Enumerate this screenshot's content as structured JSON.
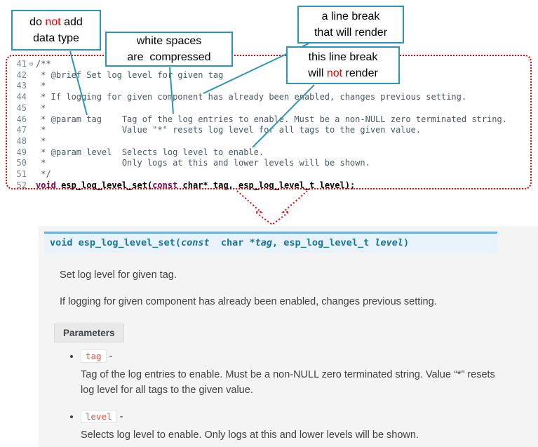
{
  "callouts": {
    "c1": {
      "l1a": "do ",
      "l1not": "not",
      "l1b": " add",
      "l2": "data type"
    },
    "c2": {
      "l1": "white spaces",
      "l2": "are  compressed"
    },
    "c3": {
      "l1": "a line break",
      "l2": "that will render"
    },
    "c4": {
      "l1": "this line break",
      "l2a": "will ",
      "l2not": "not",
      "l2b": " render"
    }
  },
  "editor": {
    "lines": [
      {
        "num": "41",
        "fold": "⊖",
        "text": "/**"
      },
      {
        "num": "42",
        "fold": "",
        "text": " * @brief Set log level for given tag"
      },
      {
        "num": "43",
        "fold": "",
        "text": " *"
      },
      {
        "num": "44",
        "fold": "",
        "text": " * If logging for given component has already been enabled, changes previous setting."
      },
      {
        "num": "45",
        "fold": "",
        "text": " *"
      },
      {
        "num": "46",
        "fold": "",
        "text": " * @param tag    Tag of the log entries to enable. Must be a non-NULL zero terminated string."
      },
      {
        "num": "47",
        "fold": "",
        "text": " *               Value \"*\" resets log level for all tags to the given value."
      },
      {
        "num": "48",
        "fold": "",
        "text": " *"
      },
      {
        "num": "49",
        "fold": "",
        "text": " * @param level  Selects log level to enable."
      },
      {
        "num": "50",
        "fold": "",
        "text": " *               Only logs at this and lower levels will be shown."
      },
      {
        "num": "51",
        "fold": "",
        "text": " */"
      }
    ],
    "line52": {
      "num": "52",
      "kw1": "void",
      "mid": " esp_log_level_set(",
      "kw2": "const",
      "rest": " char* tag, esp_log_level_t level);"
    }
  },
  "doc": {
    "signature": {
      "p1": "void ",
      "p2": "esp_log_level_set",
      "p3": "(",
      "p4": "const",
      "p5": "  char *",
      "p6": "tag",
      "p7": ", ",
      "p8": "esp_log_level_t ",
      "p9": "level",
      "p10": ")"
    },
    "para1": "Set log level for given tag.",
    "para2": "If logging for given component has already been enabled, changes previous setting.",
    "params_label": "Parameters",
    "params": [
      {
        "name": "tag",
        "dash": " -",
        "desc": "Tag of the log entries to enable. Must be a non-NULL zero terminated string. Value “*” resets log level for all tags to the given value."
      },
      {
        "name": "level",
        "dash": " -",
        "desc": "Selects log level to enable. Only logs at this and lower levels will be shown."
      }
    ]
  },
  "colors": {
    "callout_border": "#2a96b4",
    "connector": "#2a96b4",
    "highlight_red": "#e60000",
    "dotted_frame": "#e60000",
    "comment_text": "#455a64",
    "keyword_text": "#7f0055",
    "gutter_text": "#75808c",
    "panel_bg": "#f4f4f4",
    "sig_bg": "#e7f2fa",
    "sig_border": "#6ab0de",
    "sig_text": "#17769b",
    "body_text": "#404040",
    "chip_text": "#e74c3c",
    "chip_border": "#e1e4e5"
  }
}
